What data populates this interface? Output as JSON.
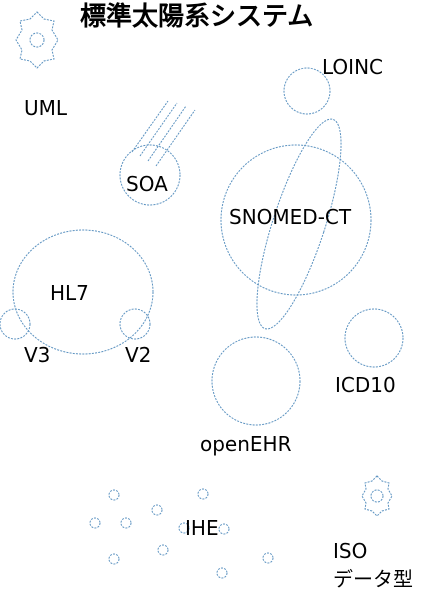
{
  "title": "標準太陽系システム",
  "labels": {
    "uml": "UML",
    "loinc": "LOINC",
    "soa": "SOA",
    "snomed": "SNOMED-CT",
    "hl7": "HL7",
    "v3": "V3",
    "v2": "V2",
    "icd10": "ICD10",
    "openehr": "openEHR",
    "ihe": "IHE",
    "iso": "ISO",
    "datatype": "データ型"
  },
  "colors": {
    "outline": "#5b92c0",
    "text": "#000000",
    "background": "#ffffff"
  }
}
